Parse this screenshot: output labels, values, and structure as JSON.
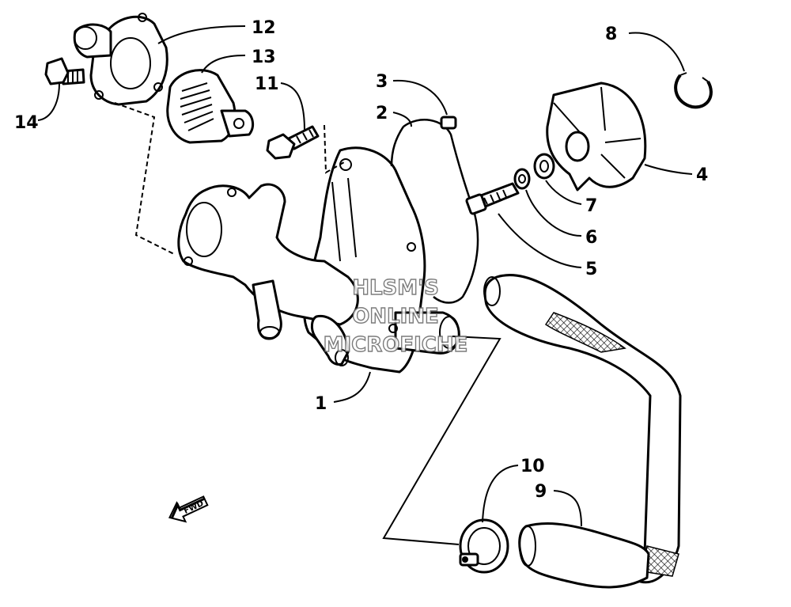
{
  "parts": {
    "p1": "1",
    "p2": "2",
    "p3": "3",
    "p4": "4",
    "p5": "5",
    "p6": "6",
    "p7": "7",
    "p8": "8",
    "p9": "9",
    "p10": "10",
    "p11": "11",
    "p12": "12",
    "p13": "13",
    "p14": "14"
  },
  "watermark": {
    "line1": "HLSM'S",
    "line2": "ONLINE",
    "line3": "MICROFICHE"
  },
  "direction": {
    "label": "FWD",
    "icon": "forward-arrow-icon"
  }
}
